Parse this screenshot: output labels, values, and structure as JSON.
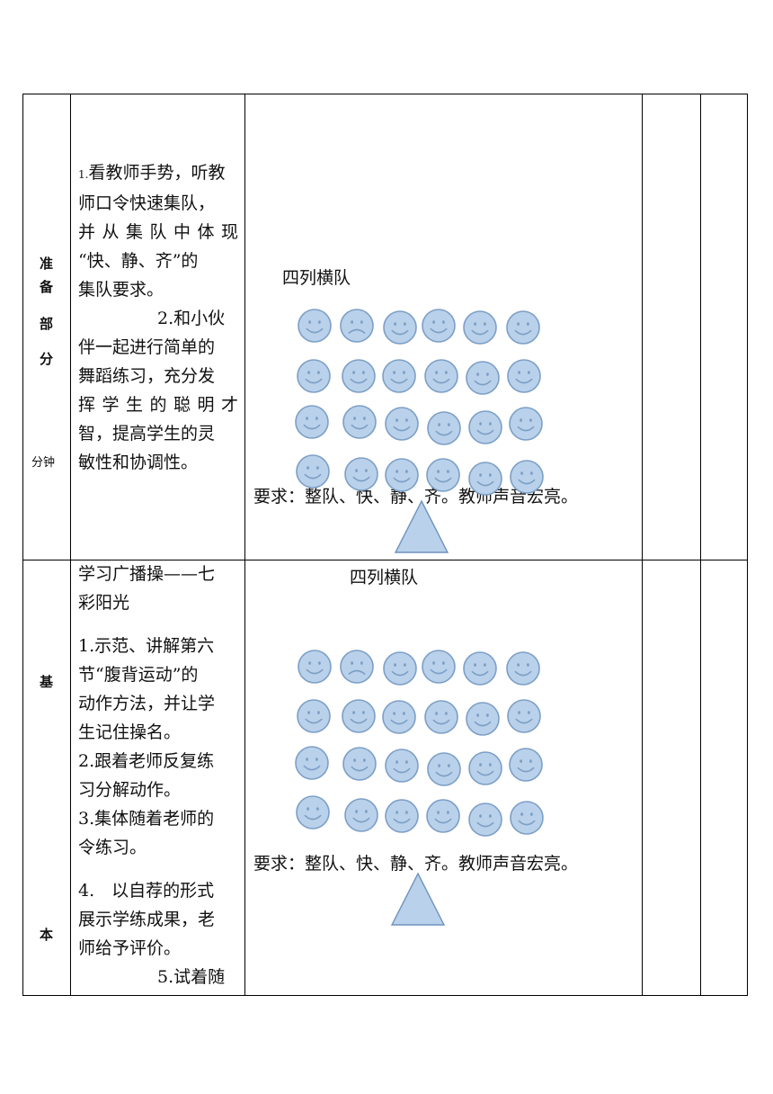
{
  "sections": {
    "prep": [
      "准",
      "备",
      "部",
      "分"
    ],
    "prep_time": "分钟",
    "basic": [
      "基",
      "本"
    ]
  },
  "prep_content": {
    "num1": "1.",
    "lines": [
      "看教师手势，听教",
      "师口令快速集队，",
      "并从集队中体现",
      "“快、静、齐”的",
      "集队要求。",
      "2.和小伙",
      "伴一起进行简单的",
      "舞蹈练习，充分发",
      "挥学生的聪明才",
      "智，提高学生的灵",
      "敏性和协调性。"
    ]
  },
  "basic_content": {
    "block1": [
      "学习广播操——七",
      "彩阳光"
    ],
    "block2": [
      "1.示范、讲解第六",
      "节“腹背运动”的",
      "动作方法，并让学",
      "生记住操名。",
      "2.跟着老师反复练",
      "习分解动作。",
      "3.集体随着老师的",
      "令练习。"
    ],
    "block3": [
      "4.　以自荐的形式",
      "展示学练成果，老",
      "师给予评价。",
      "5.试着随"
    ]
  },
  "formation_top": {
    "label": "四列横队",
    "requirement": "要求：整队、快、静、齐。教师声音宏亮。",
    "rows": 4,
    "cols": 6
  },
  "formation_bottom": {
    "label": "四列横队",
    "requirement": "要求：整队、快、静、齐。教师声音宏亮。",
    "rows": 4,
    "cols": 6
  },
  "colors": {
    "face_fill": "#b9d1ea",
    "face_stroke": "#7d9fc6",
    "triangle_fill": "#b9d1ea",
    "triangle_stroke": "#6f93bf"
  }
}
